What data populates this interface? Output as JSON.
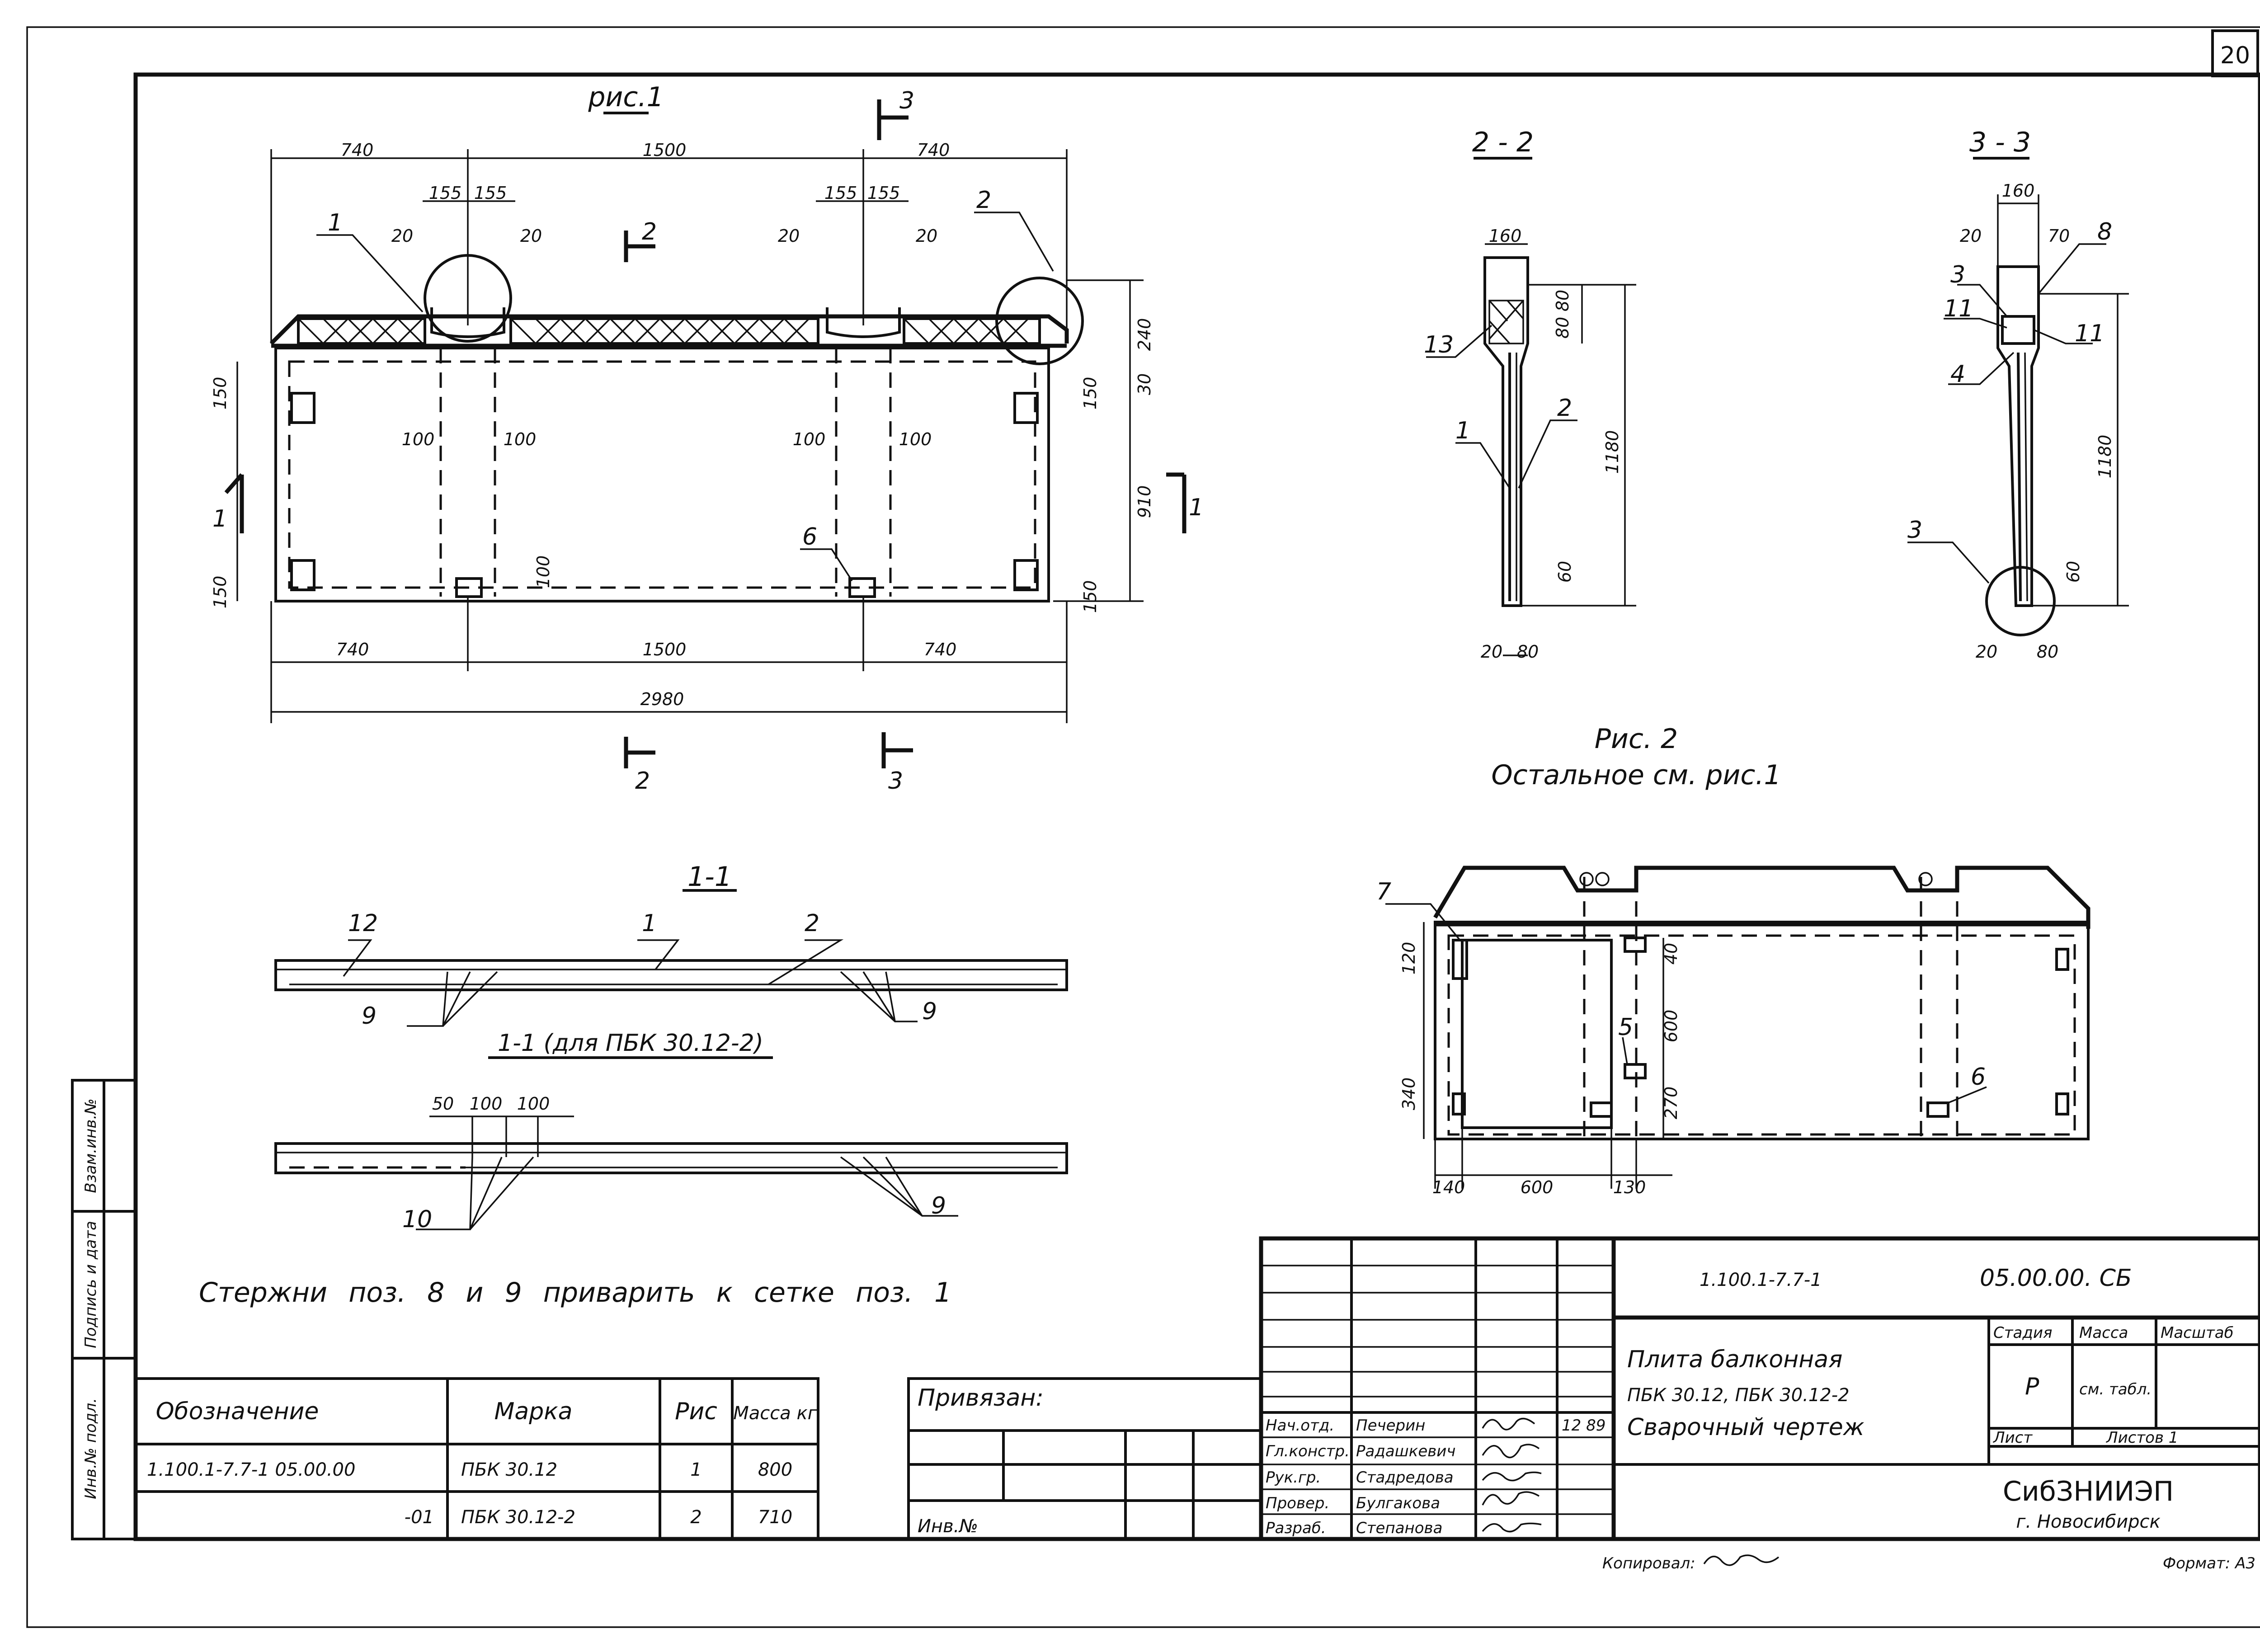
{
  "page_number": "20",
  "figures": {
    "fig1_title": "рис.1",
    "fig1_section_marks": [
      "2",
      "3",
      "2",
      "3"
    ],
    "fig1_top_dims": [
      "740",
      "1500",
      "740"
    ],
    "fig1_mid_dims": [
      "155",
      "155",
      "155",
      "155"
    ],
    "fig1_twenty_dims": [
      "20",
      "20",
      "20",
      "20"
    ],
    "fig1_hundred_dims": [
      "100",
      "100",
      "100",
      "100",
      "100"
    ],
    "fig1_left_dims": [
      "150",
      "150"
    ],
    "fig1_right_dims": [
      "240",
      "30",
      "150",
      "910",
      "150"
    ],
    "fig1_bottom_dims": [
      "740",
      "1500",
      "740"
    ],
    "fig1_overall": "2980",
    "fig1_cut_marks": [
      "1",
      "1"
    ],
    "fig1_callouts": [
      "1",
      "2",
      "6"
    ],
    "sec22_title": "2 - 2",
    "sec22_dims": [
      "160",
      "80",
      "80",
      "1180",
      "60",
      "20",
      "80"
    ],
    "sec22_callouts": [
      "13",
      "1",
      "2"
    ],
    "sec33_title": "3 - 3",
    "sec33_dims": [
      "160",
      "20",
      "70",
      "1180",
      "60",
      "20",
      "80"
    ],
    "sec33_callouts": [
      "8",
      "3",
      "11",
      "11",
      "4",
      "3"
    ],
    "fig2_title": "Рис. 2",
    "fig2_subtitle": "Остальное см. рис.1",
    "fig2_dims": [
      "120",
      "40",
      "600",
      "340",
      "270",
      "140",
      "600",
      "130"
    ],
    "fig2_callouts": [
      "7",
      "5",
      "6"
    ],
    "sec11_title": "1-1",
    "sec11_callouts": [
      "12",
      "1",
      "2",
      "9",
      "9"
    ],
    "sec11b_title": "1-1 (для ПБК 30.12-2)",
    "sec11b_dims": [
      "50",
      "100",
      "100"
    ],
    "sec11b_callouts": [
      "10",
      "9"
    ],
    "weld_note": "Стержни поз. 8 и 9 приварить к сетке поз. 1"
  },
  "left_strip": [
    "Взам.инв.№",
    "Подпись и дата",
    "Инв.№ подл."
  ],
  "spec_table": {
    "headers": [
      "Обозначение",
      "Марка",
      "Рис",
      "Масса кг"
    ],
    "rows": [
      [
        "1.100.1-7.7-1   05.00.00",
        "ПБК 30.12",
        "1",
        "800"
      ],
      [
        "-01",
        "ПБК 30.12-2",
        "2",
        "710"
      ]
    ]
  },
  "binding": {
    "label": "Привязан:",
    "inv": "Инв.№"
  },
  "title_block": {
    "doc_code": "1.100.1-7.7-1",
    "drawing_code": "05.00.00. СБ",
    "name_lines": [
      "Плита балконная",
      "ПБК 30.12, ПБК 30.12-2",
      "Сварочный чертеж"
    ],
    "stage_header": "Стадия",
    "mass_header": "Масса",
    "scale_header": "Масштаб",
    "stage": "Р",
    "mass_value": "см. табл.",
    "sheet_label": "Лист",
    "sheets_label": "Листов 1",
    "org": "СибЗНИИЭП",
    "city": "г. Новосибирск",
    "date": "12 89",
    "staff": [
      {
        "role": "Нач.отд.",
        "name": "Печерин"
      },
      {
        "role": "Гл.констр.",
        "name": "Радашкевич"
      },
      {
        "role": "Рук.гр.",
        "name": "Стадредова"
      },
      {
        "role": "Провер.",
        "name": "Булгакова"
      },
      {
        "role": "Разраб.",
        "name": "Степанова"
      }
    ]
  },
  "copied": "Копировал:",
  "format": "Формат: А3"
}
